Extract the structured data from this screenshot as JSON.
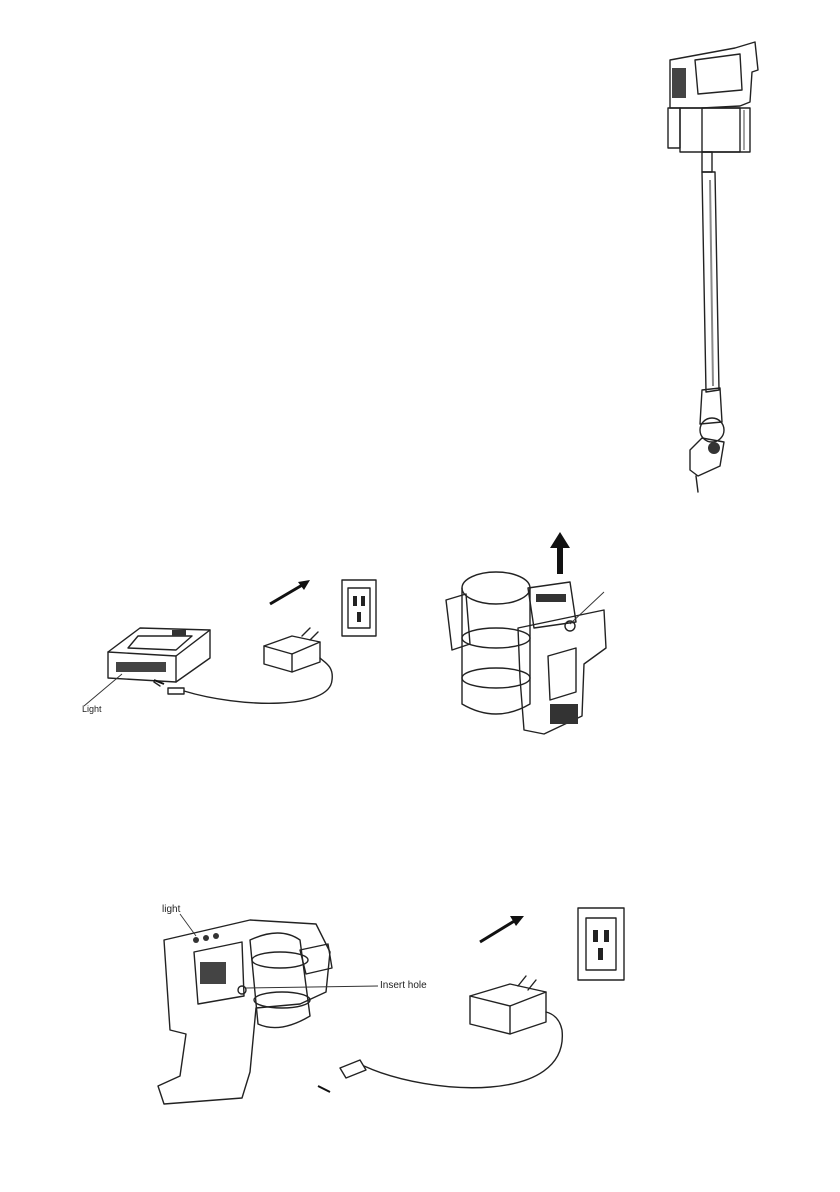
{
  "labels": {
    "battery_light": "Light",
    "vacuum_light": "light",
    "insert_hole": "Insert hole"
  }
}
